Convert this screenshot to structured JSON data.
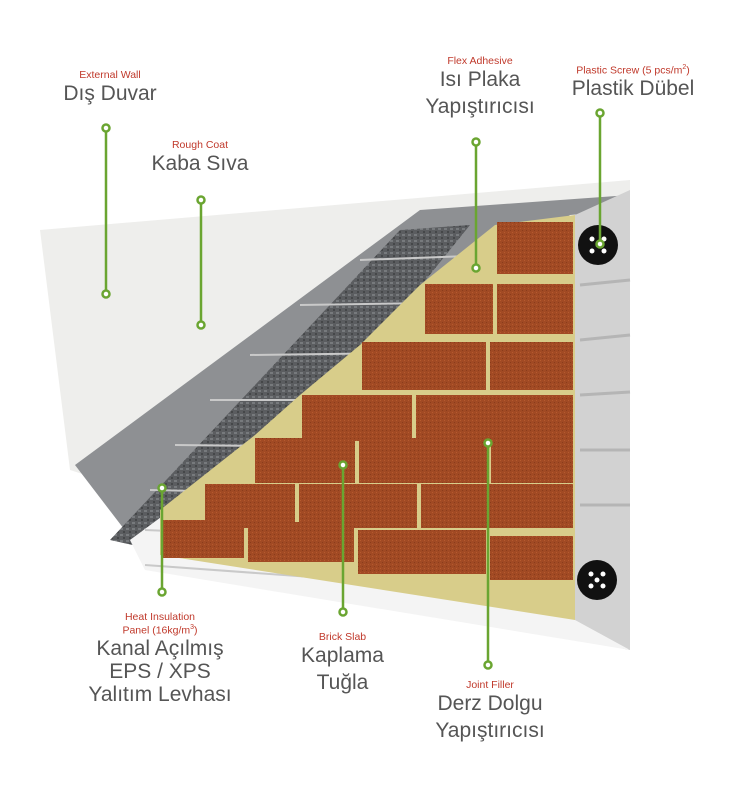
{
  "labels": {
    "external_wall": {
      "en": "External Wall",
      "tr": "Dış Duvar"
    },
    "rough_coat": {
      "en": "Rough Coat",
      "tr": "Kaba Sıva"
    },
    "flex_adhesive": {
      "en": "Flex Adhesive",
      "tr_line1": "Isı Plaka",
      "tr_line2": "Yapıştırıcısı"
    },
    "plastic_screw": {
      "en": "Plastic Screw (5 pcs/m",
      "en_sup": "2",
      "en_close": ")",
      "tr": "Plastik Dübel"
    },
    "heat_insulation": {
      "en_line1": "Heat Insulation",
      "en_line2": "Panel (16kg/m",
      "en_sup": "3",
      "en_close": ")",
      "tr_line1": "Kanal Açılmış",
      "tr_line2": "EPS / XPS",
      "tr_line3": "Yalıtım Levhası"
    },
    "brick_slab": {
      "en": "Brick Slab",
      "tr_line1": "Kaplama",
      "tr_line2": "Tuğla"
    },
    "joint_filler": {
      "en": "Joint Filler",
      "tr_line1": "Derz Dolgu",
      "tr_line2": "Yapıştırıcısı"
    }
  },
  "colors": {
    "brick": "#a14a24",
    "mortar": "#d8cd8a",
    "leader": "#6aa531",
    "english_label": "#c0392b",
    "turkish_label": "#555555"
  }
}
